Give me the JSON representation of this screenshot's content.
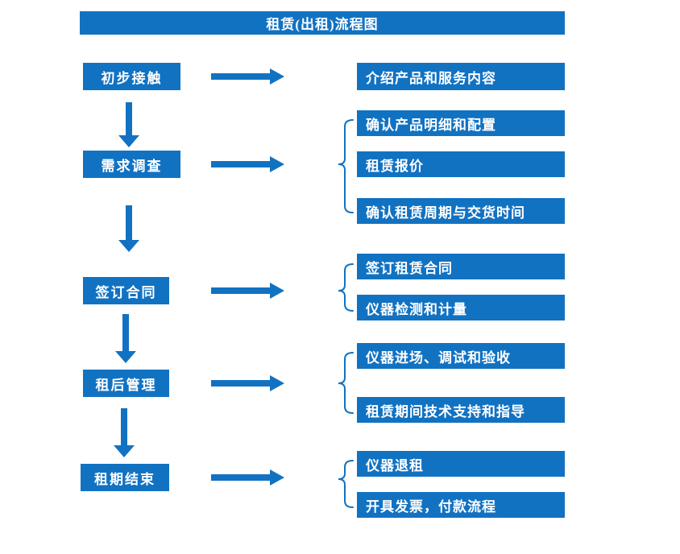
{
  "title": "租赁(出租)流程图",
  "colors": {
    "primary": "#1272C2",
    "background": "#FFFFFF",
    "box_text": "#FFFFFF"
  },
  "stages": [
    {
      "label": "初步接触",
      "details": [
        "介绍产品和服务内容"
      ]
    },
    {
      "label": "需求调查",
      "details": [
        "确认产品明细和配置",
        "租赁报价",
        "确认租赁周期与交货时间"
      ]
    },
    {
      "label": "签订合同",
      "details": [
        "签订租赁合同",
        "仪器检测和计量"
      ]
    },
    {
      "label": "租后管理",
      "details": [
        "仪器进场、调试和验收",
        "租赁期间技术支持和指导"
      ]
    },
    {
      "label": "租期结束",
      "details": [
        "仪器退租",
        "开具发票，付款流程"
      ]
    }
  ]
}
